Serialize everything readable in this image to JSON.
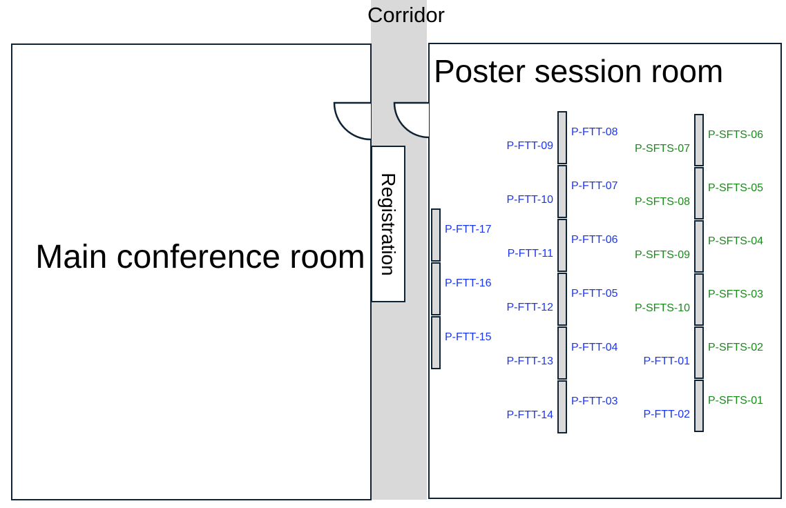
{
  "labels": {
    "corridor": "Corridor",
    "main_room": "Main conference room",
    "poster_room": "Poster session room",
    "registration": "Registration"
  },
  "colors": {
    "ftt": "#1a35f0",
    "sfts": "#1a8a1a",
    "wall": "#0f2233",
    "board_fill": "#d9d9d9",
    "corridor_fill": "#d9d9d9"
  },
  "poster_columns": [
    {
      "name": "left-column",
      "boards": [
        {
          "right": "P-FTT-17"
        },
        {
          "right": "P-FTT-16"
        },
        {
          "right": "P-FTT-15"
        }
      ]
    },
    {
      "name": "middle-column",
      "boards": [
        {
          "left": "P-FTT-09",
          "right": "P-FTT-08"
        },
        {
          "left": "P-FTT-10",
          "right": "P-FTT-07"
        },
        {
          "left": "P-FTT-11",
          "right": "P-FTT-06"
        },
        {
          "left": "P-FTT-12",
          "right": "P-FTT-05"
        },
        {
          "left": "P-FTT-13",
          "right": "P-FTT-04"
        },
        {
          "left": "P-FTT-14",
          "right": "P-FTT-03"
        }
      ]
    },
    {
      "name": "right-column",
      "boards": [
        {
          "left": "P-SFTS-07",
          "right": "P-SFTS-06"
        },
        {
          "left": "P-SFTS-08",
          "right": "P-SFTS-05"
        },
        {
          "left": "P-SFTS-09",
          "right": "P-SFTS-04"
        },
        {
          "left": "P-SFTS-10",
          "right": "P-SFTS-03"
        },
        {
          "left": "P-FTT-01",
          "right": "P-SFTS-02"
        },
        {
          "left": "P-FTT-02",
          "right": "P-SFTS-01"
        }
      ]
    }
  ]
}
